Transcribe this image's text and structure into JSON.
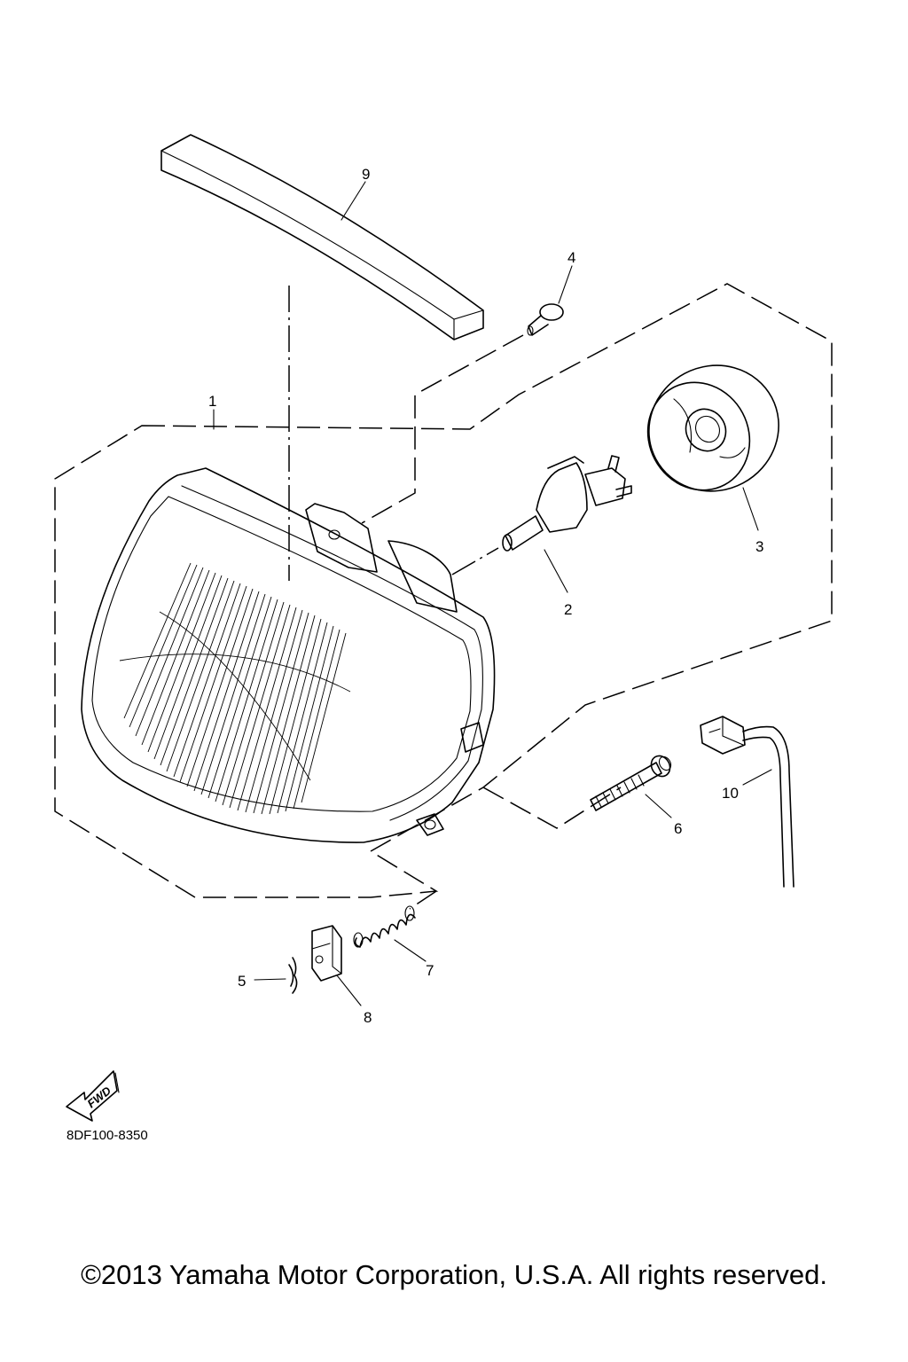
{
  "callouts": {
    "c1": "1",
    "c2": "2",
    "c3": "3",
    "c4": "4",
    "c5": "5",
    "c6": "6",
    "c7": "7",
    "c8": "8",
    "c9": "9",
    "c10": "10"
  },
  "fwd_label": "FWD",
  "drawing_code": "8DF100-8350",
  "copyright": "©2013 Yamaha Motor Corporation, U.S.A. All rights reserved."
}
